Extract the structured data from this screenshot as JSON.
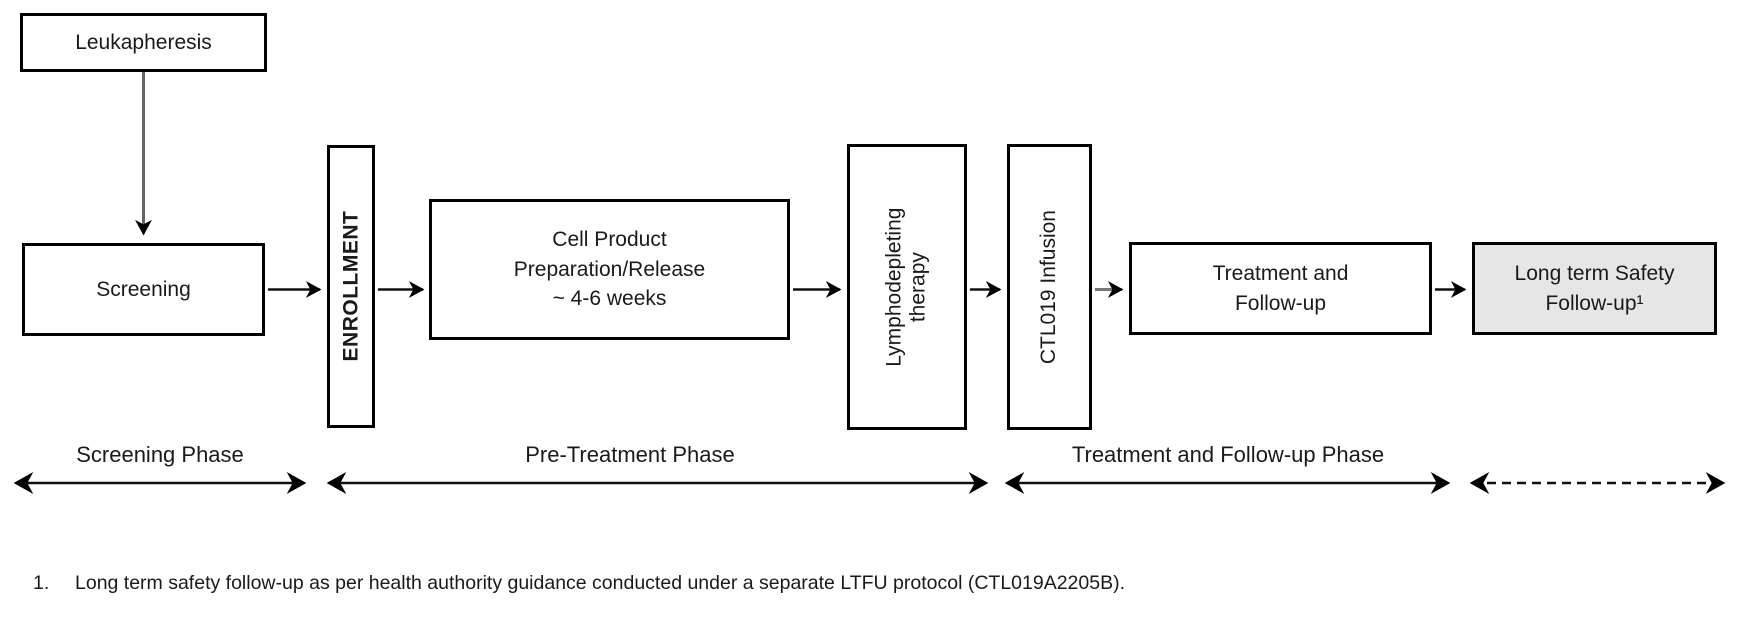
{
  "diagram": {
    "boxes": {
      "leukapheresis": {
        "label": "Leukapheresis"
      },
      "screening": {
        "label": "Screening"
      },
      "enrollment": {
        "label": "ENROLLMENT"
      },
      "cell_product": {
        "label": "Cell Product\nPreparation/Release\n~ 4-6 weeks"
      },
      "lymphodepleting": {
        "label": "Lymphodepleting\ntherapy"
      },
      "ctl019_infusion": {
        "label": "CTL019 Infusion"
      },
      "treatment_followup": {
        "label": "Treatment and\nFollow-up"
      },
      "long_term_safety": {
        "label": "Long term Safety\nFollow-up¹"
      }
    },
    "phases": {
      "screening": {
        "label": "Screening Phase"
      },
      "pre_treatment": {
        "label": "Pre-Treatment Phase"
      },
      "treatment_followup": {
        "label": "Treatment and Follow-up Phase"
      }
    },
    "footnote": {
      "marker": "1.",
      "text": "Long term safety follow-up as per health authority guidance conducted under a separate LTFU protocol (CTL019A2205B)."
    },
    "colors": {
      "border": "#000000",
      "text": "#1a1a1a",
      "gray_fill": "#e6e6e6",
      "gray_arrow": "#666666"
    }
  }
}
